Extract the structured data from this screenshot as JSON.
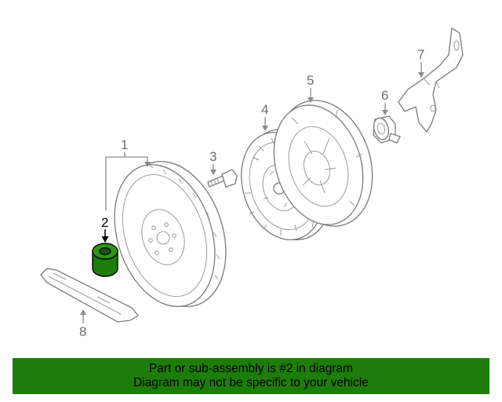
{
  "diagram": {
    "highlight_color": "#1e7d0a",
    "parts": [
      {
        "num": "1"
      },
      {
        "num": "2",
        "highlighted": true
      },
      {
        "num": "3"
      },
      {
        "num": "4"
      },
      {
        "num": "5"
      },
      {
        "num": "6"
      },
      {
        "num": "7"
      },
      {
        "num": "8"
      }
    ]
  },
  "banner": {
    "line1": "Part or sub-assembly is #2 in diagram",
    "line2": "Diagram may not be specific to your vehicle",
    "background": "#1e7d0a"
  }
}
